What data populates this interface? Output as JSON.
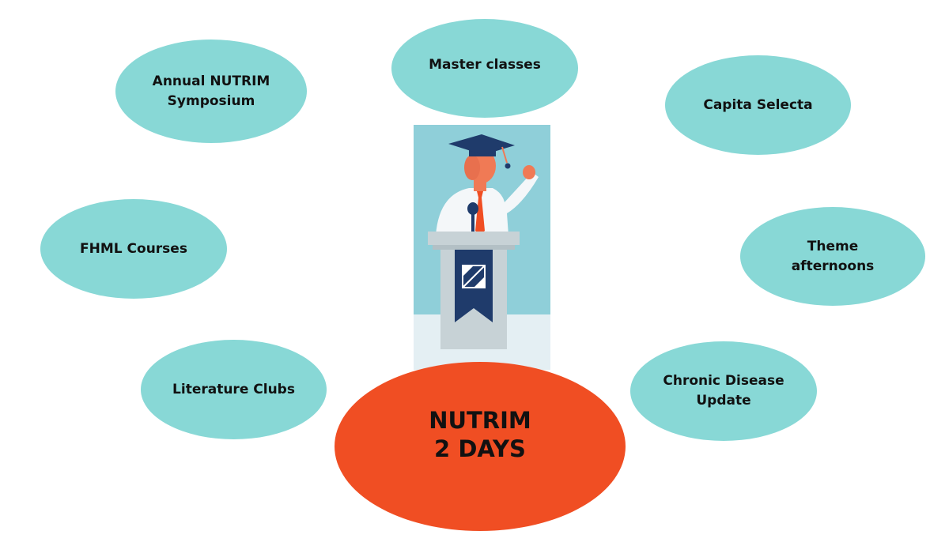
{
  "colors": {
    "teal": "#88d8d6",
    "orange": "#f04e23",
    "navy": "#1f3b6b",
    "skin": "#f07a55",
    "panel": "#8fcfd9",
    "floor": "#e4eff3",
    "podium": "#c7d2d6"
  },
  "center": {
    "line1": "NUTRIM",
    "line2": "2 DAYS"
  },
  "bubbles": {
    "symposium": "Annual NUTRIM\nSymposium",
    "master_classes": "Master classes",
    "capita_selecta": "Capita Selecta",
    "fhml_courses": "FHML Courses",
    "theme_afternoons": "Theme\nafternoons",
    "literature_clubs": "Literature Clubs",
    "chronic_disease": "Chronic Disease\nUpdate"
  },
  "icons": {
    "illustration": "graduate-speaker-at-podium-icon"
  }
}
